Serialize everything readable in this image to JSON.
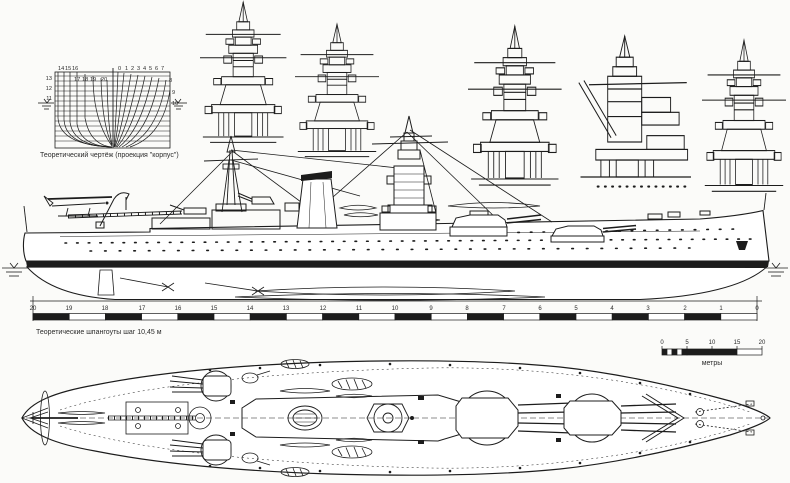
{
  "meta": {
    "description": "Battleship general arrangement blueprint (side elevation, deck plan, body plan, superstructure details)",
    "paper_color": "#fbfbf9",
    "ink_color": "#1c1c1c"
  },
  "body_plan": {
    "caption": "Теоретический чертёж (проекция \"корпус\")",
    "left_column": [
      "13",
      "12",
      "11"
    ],
    "top_left_row": [
      "14",
      "15",
      "16"
    ],
    "mid_row": [
      "17",
      "18",
      "19",
      "20"
    ],
    "top_right_row": [
      "0",
      "1",
      "2",
      "3",
      "4",
      "5",
      "6",
      "7"
    ],
    "right_column": [
      "8",
      "9",
      "10"
    ]
  },
  "stations_ruler": {
    "caption": "Теоретические шпангоуты шаг 10,45 м",
    "labels": [
      "20",
      "19",
      "18",
      "17",
      "16",
      "15",
      "14",
      "13",
      "12",
      "11",
      "10",
      "9",
      "8",
      "7",
      "6",
      "5",
      "4",
      "3",
      "2",
      "1",
      "0"
    ]
  },
  "meters_scale": {
    "tick_labels": [
      "0",
      "5",
      "10",
      "15",
      "20"
    ],
    "unit_label": "метры"
  }
}
